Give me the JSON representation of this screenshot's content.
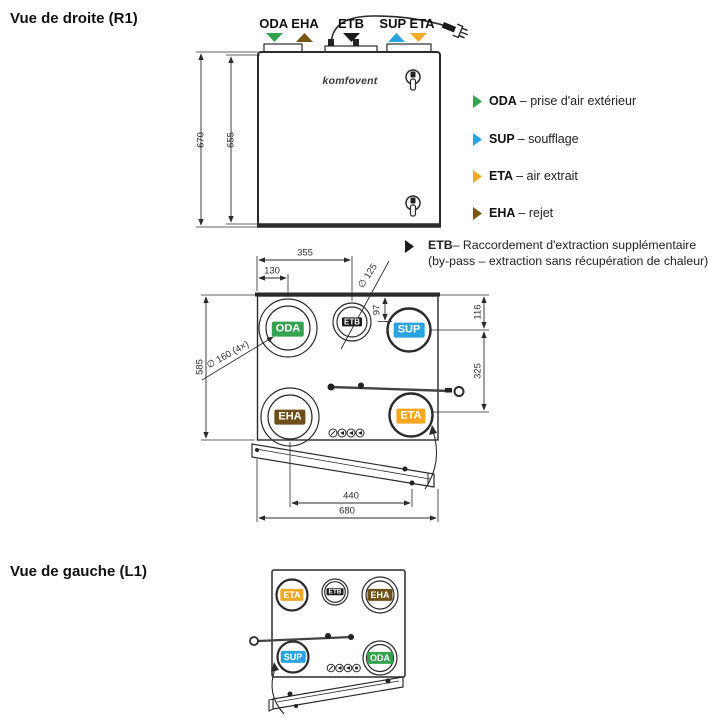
{
  "colors": {
    "green": "#34A24F",
    "blue": "#2AA4E0",
    "yellow": "#F2AC29",
    "brown": "#7A5614",
    "black": "#1A1A1A",
    "chip_orange": "#F5A81F",
    "chip_brown": "#6E4E18"
  },
  "view_right": {
    "title": "Vue de droite (R1)",
    "brand": "komfovent",
    "duct_labels": {
      "oda_eha": "ODA EHA",
      "etb": "ETB",
      "sup_eta": "SUP ETA"
    },
    "dims": {
      "outer_height": "670",
      "inner_height": "655"
    }
  },
  "front_face": {
    "dims": {
      "w355": "355",
      "w130": "130",
      "d125": "∅ 125",
      "h97": "97",
      "h116": "116",
      "h325": "325",
      "h585": "585",
      "d160": "∅ 160 (4×)",
      "w440": "440",
      "w680": "680"
    },
    "ports": {
      "oda": "ODA",
      "etb": "ETB",
      "sup": "SUP",
      "eha": "EHA",
      "eta": "ETA"
    }
  },
  "view_left": {
    "title": "Vue de gauche (L1)",
    "ports": {
      "eta": "ETA",
      "etb": "ETB",
      "eha": "EHA",
      "sup": "SUP",
      "oda": "ODA"
    }
  },
  "legend": {
    "items": [
      {
        "code": "ODA",
        "desc": "– prise d'air extérieur",
        "color": "#34A24F"
      },
      {
        "code": "SUP",
        "desc": "– soufflage",
        "color": "#2AA4E0"
      },
      {
        "code": "ETA",
        "desc": "– air extrait",
        "color": "#F2AC29"
      },
      {
        "code": "EHA",
        "desc": "– rejet",
        "color": "#7A5614"
      }
    ],
    "etb": {
      "code": "ETB",
      "line1": "– Raccordement d'extraction supplémentaire",
      "line2": "(by-pass – extraction sans récupération de chaleur)",
      "color": "#1A1A1A"
    }
  }
}
